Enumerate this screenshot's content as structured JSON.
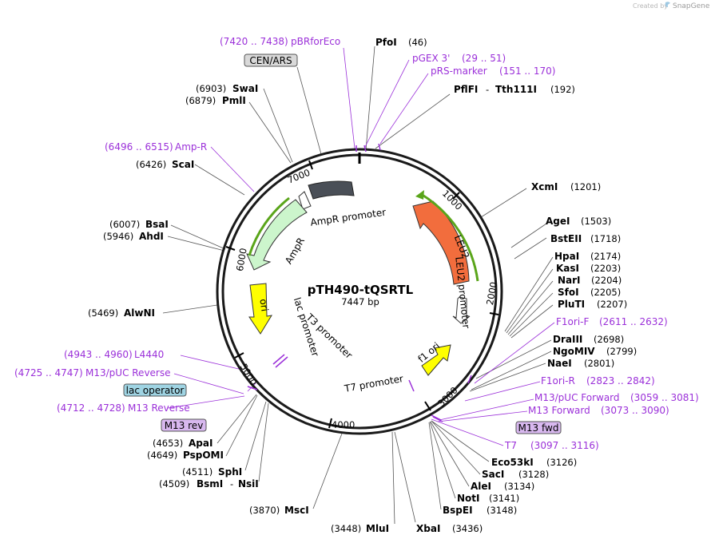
{
  "credit": {
    "created_by": "Created by",
    "brand": "SnapGene"
  },
  "plasmid": {
    "name": "pTH490-tQSRTL",
    "size_label": "7447 bp"
  },
  "ticks": [
    "1000",
    "2000",
    "3000",
    "4000",
    "5000",
    "6000",
    "7000"
  ],
  "features": {
    "leu2": "LEU2",
    "leu2_promoter": "LEU2 promoter",
    "f1_ori": "f1 ori",
    "t7_promoter": "T7 promoter",
    "t3_promoter": "T3 promoter",
    "lac_promoter": "lac promoter",
    "ori": "ori",
    "ampr": "AmpR",
    "ampr_promoter": "AmpR promoter"
  },
  "boxed_labels": {
    "cen_ars": "CEN/ARS",
    "lac_operator": "lac operator",
    "m13_rev": "M13 rev",
    "m13_fwd": "M13 fwd"
  },
  "enzymes": {
    "pfoi": {
      "name": "PfoI",
      "pos": "(46)"
    },
    "pflfi": {
      "name": "PflFI",
      "sep": "-",
      "name2": "Tth111I",
      "pos": "(192)"
    },
    "xcmi": {
      "name": "XcmI",
      "pos": "(1201)"
    },
    "agei": {
      "name": "AgeI",
      "pos": "(1503)"
    },
    "bsteii": {
      "name": "BstEII",
      "pos": "(1718)"
    },
    "hpai": {
      "name": "HpaI",
      "pos": "(2174)"
    },
    "kasi": {
      "name": "KasI",
      "pos": "(2203)"
    },
    "nari": {
      "name": "NarI",
      "pos": "(2204)"
    },
    "sfoi": {
      "name": "SfoI",
      "pos": "(2205)"
    },
    "pluti": {
      "name": "PluTI",
      "pos": "(2207)"
    },
    "draiii": {
      "name": "DraIII",
      "pos": "(2698)"
    },
    "ngomiv": {
      "name": "NgoMIV",
      "pos": "(2799)"
    },
    "naei": {
      "name": "NaeI",
      "pos": "(2801)"
    },
    "eco53ki": {
      "name": "Eco53kI",
      "pos": "(3126)"
    },
    "saci": {
      "name": "SacI",
      "pos": "(3128)"
    },
    "alei": {
      "name": "AleI",
      "pos": "(3134)"
    },
    "noti": {
      "name": "NotI",
      "pos": "(3141)"
    },
    "bspei": {
      "name": "BspEI",
      "pos": "(3148)"
    },
    "xbai": {
      "name": "XbaI",
      "pos": "(3436)"
    },
    "mlui": {
      "name": "MluI",
      "pos": "(3448)"
    },
    "msci": {
      "name": "MscI",
      "pos": "(3870)"
    },
    "bsmi": {
      "name": "BsmI",
      "sep": "-",
      "name2": "NsiI",
      "pos": "(4509)"
    },
    "sphi": {
      "name": "SphI",
      "pos": "(4511)"
    },
    "pspomi": {
      "name": "PspOMI",
      "pos": "(4649)"
    },
    "apai": {
      "name": "ApaI",
      "pos": "(4653)"
    },
    "alwni": {
      "name": "AlwNI",
      "pos": "(5469)"
    },
    "ahdi": {
      "name": "AhdI",
      "pos": "(5946)"
    },
    "bsai": {
      "name": "BsaI",
      "pos": "(6007)"
    },
    "scai": {
      "name": "ScaI",
      "pos": "(6426)"
    },
    "pmli": {
      "name": "PmlI",
      "pos": "(6879)"
    },
    "swai": {
      "name": "SwaI",
      "pos": "(6903)"
    }
  },
  "primers": {
    "pbrforeco": {
      "range": "(7420 .. 7438)",
      "name": "pBRforEco"
    },
    "pgex3": {
      "name": "pGEX 3'",
      "range": "(29 .. 51)"
    },
    "prs_marker": {
      "name": "pRS-marker",
      "range": "(151 .. 170)"
    },
    "ampr_primer": {
      "range": "(6496 .. 6515)",
      "name": "Amp-R"
    },
    "f1ori_f": {
      "name": "F1ori-F",
      "range": "(2611 .. 2632)"
    },
    "f1ori_r": {
      "name": "F1ori-R",
      "range": "(2823 .. 2842)"
    },
    "m13puc_fwd": {
      "name": "M13/pUC Forward",
      "range": "(3059 .. 3081)"
    },
    "m13_forward": {
      "name": "M13 Forward",
      "range": "(3073 .. 3090)"
    },
    "t7": {
      "name": "T7",
      "range": "(3097 .. 3116)"
    },
    "l4440": {
      "range": "(4943 .. 4960)",
      "name": "L4440"
    },
    "m13puc_rev": {
      "range": "(4725 .. 4747)",
      "name": "M13/pUC Reverse"
    },
    "m13_reverse": {
      "range": "(4712 .. 4728)",
      "name": "M13 Reverse"
    }
  },
  "colors": {
    "backbone": "#1a1a1a",
    "leu2": "#f26d3d",
    "ori": "#ffff00",
    "f1_ori": "#ffff00",
    "ampr": "#ccf5cc",
    "ampr_promoter": "#ffffff",
    "cen_ars": "#4a4f57",
    "orf_arrow": "#5aa51a",
    "primer": "#9b30d9",
    "lac_operator_box": "#9fd4e3",
    "m13_box": "#d8b8ef"
  }
}
